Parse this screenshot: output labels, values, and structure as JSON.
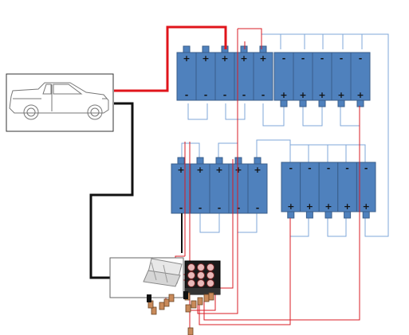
{
  "colors": {
    "cell_fill": "#4f81bd",
    "cell_edge": "#385d8a",
    "thin_wire": "#7fa7d8",
    "main_positive": "#e0141b",
    "main_negative": "#111111",
    "balance_red": "#d91c24",
    "background": "#ffffff"
  },
  "labels": {
    "positive": "+",
    "negative": "-"
  },
  "packs": [
    {
      "name": "pack-top-left",
      "cells": 5,
      "terminal_top": "+",
      "terminal_bottom": "-"
    },
    {
      "name": "pack-top-right",
      "cells": 5,
      "terminal_top": "-",
      "terminal_bottom": "+"
    },
    {
      "name": "pack-mid-left",
      "cells": 5,
      "terminal_top": "+",
      "terminal_bottom": "-"
    },
    {
      "name": "pack-mid-right",
      "cells": 5,
      "terminal_top": "-",
      "terminal_bottom": "+"
    }
  ],
  "icons": {
    "vehicle": "pickup-truck-icon",
    "bms": "bms-board-icon",
    "balancer": "balancer-board-icon"
  }
}
